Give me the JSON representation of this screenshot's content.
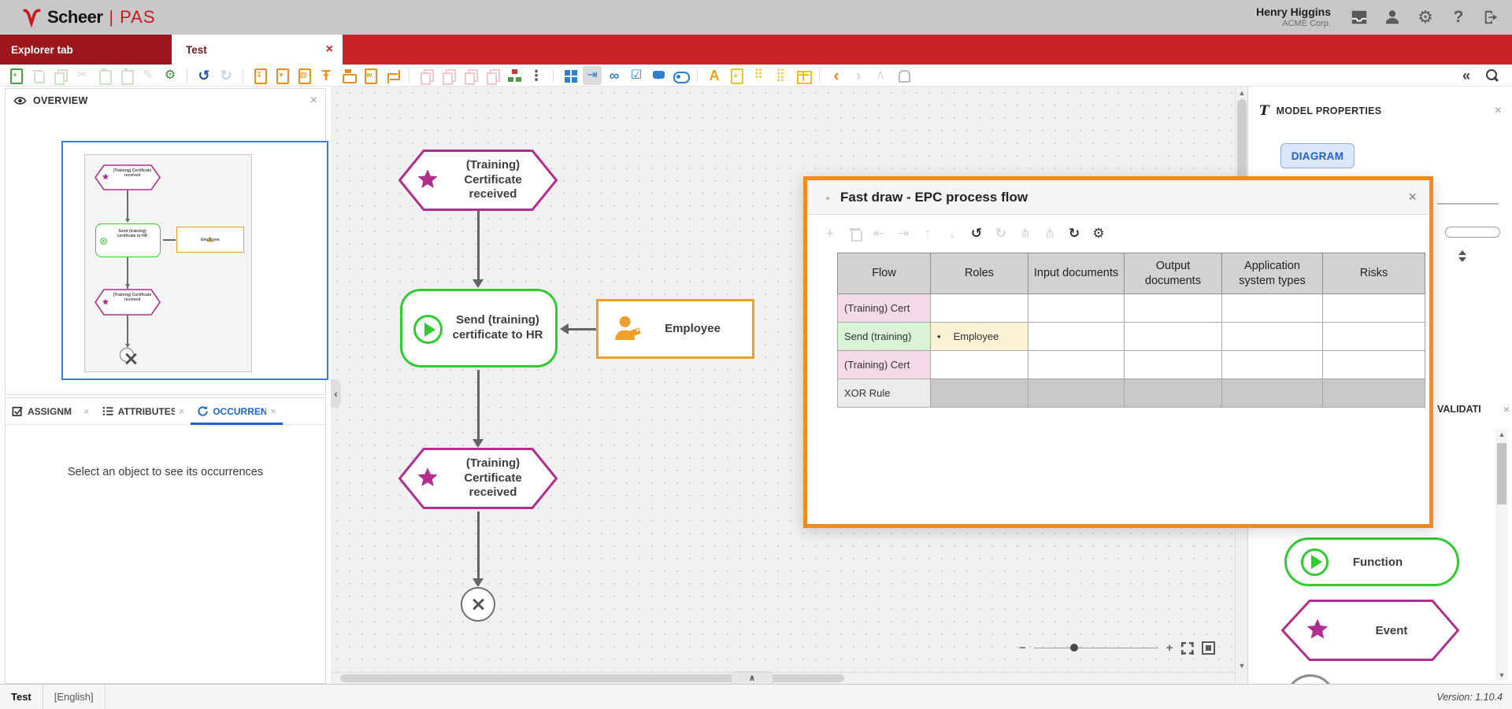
{
  "colors": {
    "brand_red": "#c8242a",
    "dark_red": "#9c181d",
    "orange": "#f0a028",
    "dialog_orange": "#f28b1e",
    "green": "#2fcb2f",
    "magenta": "#b02e8c",
    "blue_accent": "#1d64c8",
    "viewport_blue": "#3f7ad6"
  },
  "header": {
    "brand": "Scheer",
    "divider": "|",
    "product": "PAS",
    "user_name": "Henry Higgins",
    "user_company": "ACME Corp.",
    "help_glyph": "?",
    "gear_glyph": "⚙"
  },
  "tab_bar": {
    "explorer_label": "Explorer tab",
    "test_tab_label": "Test",
    "close_glyph": "×"
  },
  "toolbar": {
    "items": [
      {
        "name": "new-model",
        "kind": "doc",
        "g": "+",
        "color": "#4a9e42"
      },
      {
        "name": "delete",
        "kind": "trash",
        "color": "#cfe0cb",
        "enabled": false
      },
      {
        "name": "copy",
        "kind": "copy",
        "color": "#cfe0cb",
        "enabled": false
      },
      {
        "name": "cut",
        "kind": "glyph",
        "glyph": "✂",
        "color": "#cfe0cb",
        "enabled": false
      },
      {
        "name": "paste",
        "kind": "clip",
        "color": "#cfe0cb",
        "enabled": false
      },
      {
        "name": "paste-special",
        "kind": "clip",
        "color": "#cfe0cb",
        "enabled": false
      },
      {
        "name": "edit",
        "kind": "glyph",
        "glyph": "✎",
        "color": "#cfe0cb",
        "enabled": false
      },
      {
        "name": "model-settings",
        "kind": "glyph",
        "glyph": "⚙",
        "color": "#3f8f3a"
      },
      {
        "kind": "sep"
      },
      {
        "name": "undo",
        "kind": "glyph",
        "glyph": "↺",
        "color": "#1c4f9e",
        "bold": true
      },
      {
        "name": "redo",
        "kind": "glyph",
        "glyph": "↻",
        "color": "#c3d4e8",
        "bold": true,
        "enabled": false
      },
      {
        "kind": "sep"
      },
      {
        "name": "export-model",
        "kind": "doc",
        "g": "↧",
        "color": "#ef8c1a"
      },
      {
        "name": "export-pdf",
        "kind": "doc",
        "g": "▾",
        "color": "#ef8c1a"
      },
      {
        "name": "export-image",
        "kind": "doc",
        "g": "▨",
        "color": "#ef8c1a"
      },
      {
        "name": "pin-model",
        "kind": "glyph",
        "glyph": "Ŧ",
        "color": "#ef8c1a",
        "bold": true
      },
      {
        "name": "print",
        "kind": "print",
        "color": "#ef8c1a"
      },
      {
        "name": "export-word",
        "kind": "doc",
        "g": "w",
        "color": "#ef8c1a"
      },
      {
        "name": "crop",
        "kind": "crop",
        "color": "#ef8c1a"
      },
      {
        "kind": "sep"
      },
      {
        "name": "group",
        "kind": "copy",
        "color": "#eec9c9",
        "enabled": false
      },
      {
        "name": "ungroup",
        "kind": "copy",
        "color": "#eec9c9",
        "enabled": false
      },
      {
        "name": "bring-to-front",
        "kind": "copy",
        "color": "#eec9c9",
        "enabled": false
      },
      {
        "name": "send-to-back",
        "kind": "copy",
        "color": "#eec9c9",
        "enabled": false
      },
      {
        "name": "hierarchy",
        "kind": "hier"
      },
      {
        "name": "more-options",
        "kind": "glyph",
        "glyph": "⋮",
        "color": "#5a5a5a",
        "bold": true
      },
      {
        "kind": "sep"
      },
      {
        "name": "grid-view",
        "kind": "sq4",
        "color": "#2f7fd1"
      },
      {
        "name": "snap-to-edge",
        "kind": "glyph",
        "glyph": "⇥",
        "color": "#2f7fd1",
        "bg": "#dcdcdc"
      },
      {
        "name": "find",
        "kind": "glyph",
        "glyph": "∞",
        "color": "#2f7fd1",
        "bold": true
      },
      {
        "name": "multi-select",
        "kind": "glyph",
        "glyph": "☑",
        "color": "#2f7fd1"
      },
      {
        "name": "comments",
        "kind": "bubble",
        "color": "#2f7fd1"
      },
      {
        "name": "toggle-view",
        "kind": "toggle",
        "color": "#2f7fd1"
      },
      {
        "kind": "sep"
      },
      {
        "name": "text-style",
        "kind": "glyph",
        "glyph": "A",
        "color": "#f0a11c",
        "bold": true
      },
      {
        "name": "insert-image",
        "kind": "doc",
        "g": "▴",
        "color": "#f0c01c"
      },
      {
        "name": "dot-grid-small",
        "kind": "glyph",
        "glyph": "⠿",
        "color": "#f0c01c"
      },
      {
        "name": "dot-grid-large",
        "kind": "glyph",
        "glyph": "⣿",
        "color": "#f0c01c"
      },
      {
        "name": "insert-table",
        "kind": "table",
        "color": "#f0c01c"
      },
      {
        "kind": "sep"
      },
      {
        "name": "navigate-back",
        "kind": "glyph",
        "glyph": "‹",
        "color": "#ef8c1a",
        "big": true
      },
      {
        "name": "navigate-forward",
        "kind": "glyph",
        "glyph": "›",
        "color": "#d9d9d9",
        "big": true,
        "enabled": false
      },
      {
        "name": "navigate-up",
        "kind": "glyph",
        "glyph": "∧",
        "color": "#d9d9d9",
        "enabled": false
      },
      {
        "name": "notifications",
        "kind": "lamp",
        "color": "#b9b9b9",
        "enabled": false
      }
    ],
    "right_items": [
      {
        "name": "collapse-toolbar",
        "kind": "glyph",
        "glyph": "«",
        "color": "#3d3d3d",
        "bold": true
      },
      {
        "name": "search",
        "kind": "magnifier",
        "color": "#3d3d3d"
      }
    ]
  },
  "overview_panel": {
    "title": "OVERVIEW",
    "close": "×"
  },
  "occurrence_panel": {
    "tabs": [
      {
        "label": "ASSIGNM",
        "close": "×"
      },
      {
        "label": "ATTRIBUTES",
        "close": "×"
      },
      {
        "label": "OCCURRENC",
        "close": "×"
      }
    ],
    "message": "Select an object to see its occurrences"
  },
  "diagram": {
    "event_top": "(Training) Certificate received",
    "function": "Send (training) certificate to HR",
    "role": "Employee",
    "event_bottom": "(Training) Certificate received"
  },
  "dialog": {
    "title": "Fast draw - EPC process flow",
    "close": "×",
    "toolbar_items": [
      {
        "name": "add-row",
        "kind": "glyph",
        "glyph": "+",
        "color": "#d6d6d6",
        "big": true,
        "enabled": false
      },
      {
        "name": "delete-row",
        "kind": "trash",
        "color": "#d6d6d6",
        "enabled": false
      },
      {
        "name": "outdent",
        "kind": "glyph",
        "glyph": "⇤",
        "color": "#d6d6d6",
        "enabled": false
      },
      {
        "name": "indent",
        "kind": "glyph",
        "glyph": "⇥",
        "color": "#d6d6d6",
        "enabled": false
      },
      {
        "name": "move-up",
        "kind": "glyph",
        "glyph": "↑",
        "color": "#d6d6d6",
        "enabled": false
      },
      {
        "name": "move-down",
        "kind": "glyph",
        "glyph": "↓",
        "color": "#d6d6d6",
        "enabled": false
      },
      {
        "name": "undo",
        "kind": "glyph",
        "glyph": "↺",
        "color": "#333333",
        "bold": true
      },
      {
        "name": "redo",
        "kind": "glyph",
        "glyph": "↻",
        "color": "#d6d6d6",
        "bold": true,
        "enabled": false
      },
      {
        "name": "branch-left",
        "kind": "glyph",
        "glyph": "⋔",
        "color": "#d6d6d6",
        "enabled": false
      },
      {
        "name": "branch-right",
        "kind": "glyph",
        "glyph": "⋔",
        "color": "#d6d6d6",
        "enabled": false
      },
      {
        "name": "refresh",
        "kind": "glyph",
        "glyph": "↻",
        "color": "#333333",
        "bold": true
      },
      {
        "name": "table-settings",
        "kind": "glyph",
        "glyph": "⚙",
        "color": "#333333"
      }
    ],
    "table": {
      "columns": [
        "Flow",
        "Roles",
        "Input documents",
        "Output documents",
        "Application system types",
        "Risks"
      ],
      "rows": [
        {
          "flow": "(Training) Cert",
          "type": "event"
        },
        {
          "flow": "Send (training)",
          "type": "function",
          "role_bullet": "•",
          "role": "Employee"
        },
        {
          "flow": "(Training) Cert",
          "type": "event"
        },
        {
          "flow": "XOR Rule",
          "type": "rule"
        }
      ]
    }
  },
  "model_properties_panel": {
    "title": "MODEL PROPERTIES",
    "t_icon": "T",
    "close": "×",
    "diagram_button": "DIAGRAM"
  },
  "validation_panel": {
    "title": "VALIDATI",
    "close": "×"
  },
  "palette": {
    "function_label": "Function",
    "event_label": "Event"
  },
  "zoom_controls": {
    "minus": "−",
    "plus": "+"
  },
  "status_bar": {
    "model_name": "Test",
    "language": "[English]",
    "version_label": "Version:",
    "version_value": "1.10.4"
  }
}
